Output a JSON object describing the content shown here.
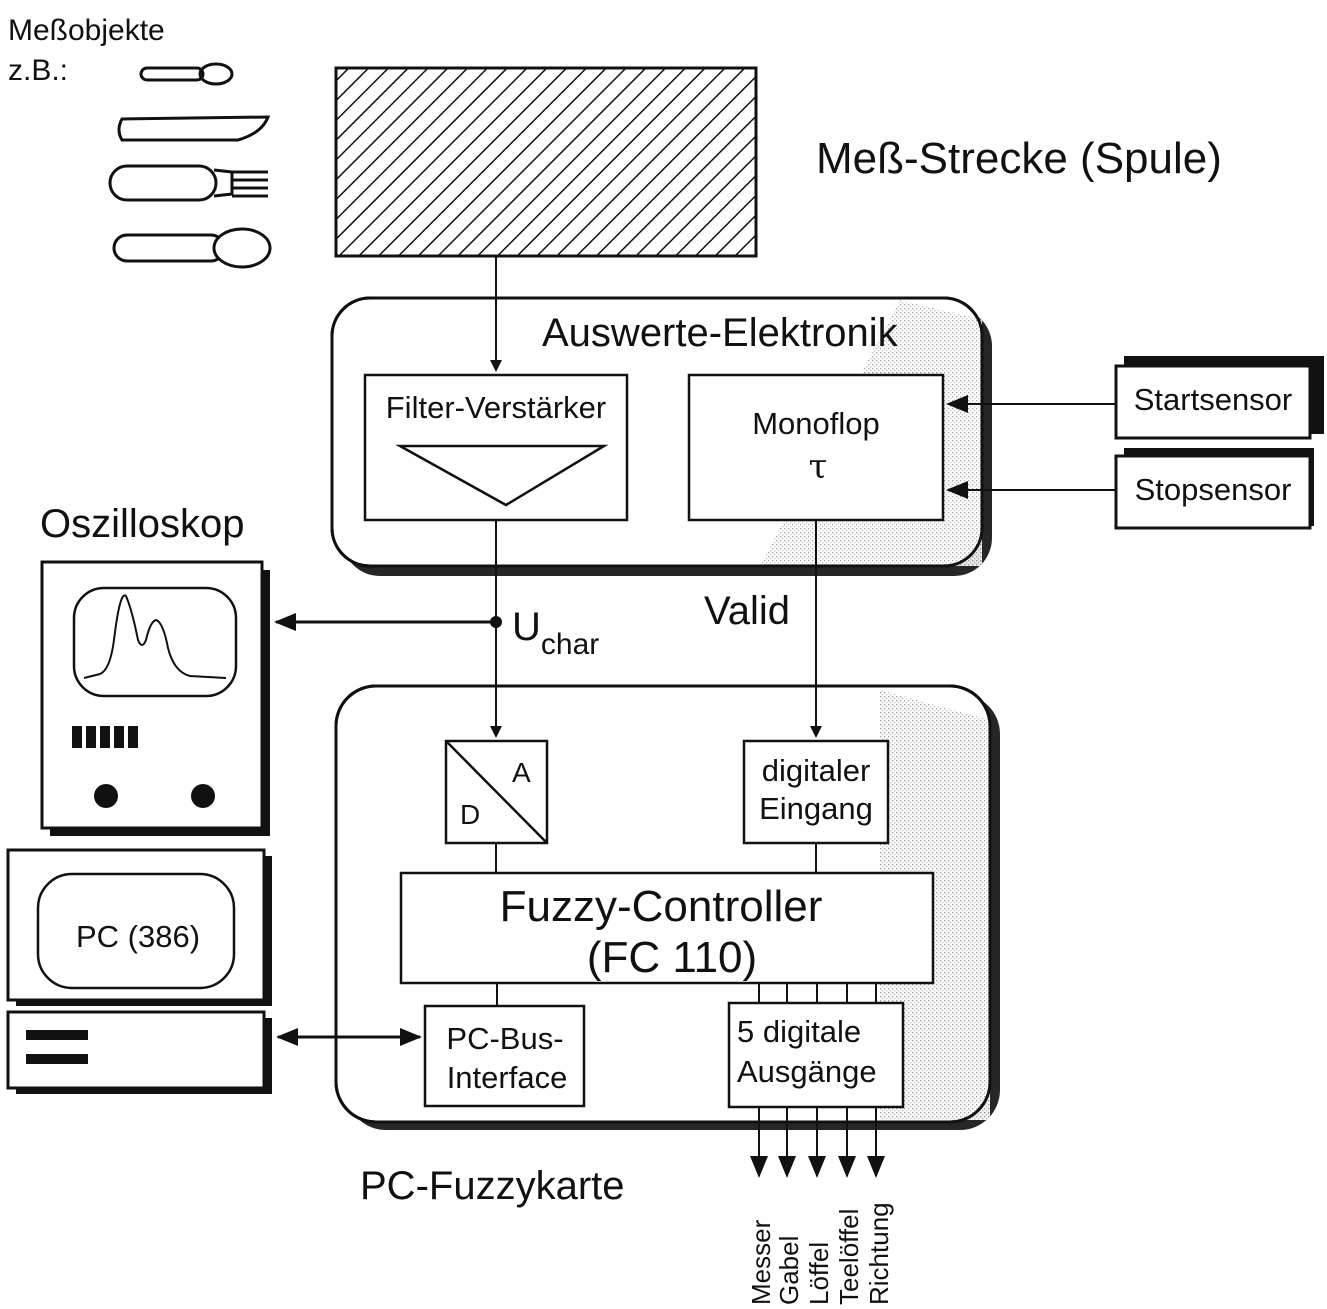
{
  "objects_label": [
    "Meßobjekte",
    "z.B.:"
  ],
  "coil_label": "Meß-Strecke (Spule)",
  "evaluation": {
    "title": "Auswerte-Elektronik",
    "filter_label": "Filter-Verstärker",
    "monoflop_label": "Monoflop",
    "tau": "τ"
  },
  "sensors": {
    "start": "Startsensor",
    "stop": "Stopsensor"
  },
  "signals": {
    "u": "U",
    "u_sub": "char",
    "valid": "Valid"
  },
  "oscilloscope_label": "Oszilloskop",
  "pc_label": "PC (386)",
  "card": {
    "label": "PC-Fuzzykarte",
    "adc_a": "A",
    "adc_d": "D",
    "digital_in": [
      "digitaler",
      "Eingang"
    ],
    "controller": [
      "Fuzzy-Controller",
      "(FC 110)"
    ],
    "bus_interface": [
      "PC-Bus-",
      "Interface"
    ],
    "digital_out": [
      "5 digitale",
      "Ausgänge"
    ]
  },
  "outputs": [
    "Messer",
    "Gabel",
    "Löffel",
    "Teelöffel",
    "Richtung"
  ],
  "colors": {
    "ink": "#111111",
    "shade": "#d6d6d6",
    "background": "#ffffff"
  }
}
